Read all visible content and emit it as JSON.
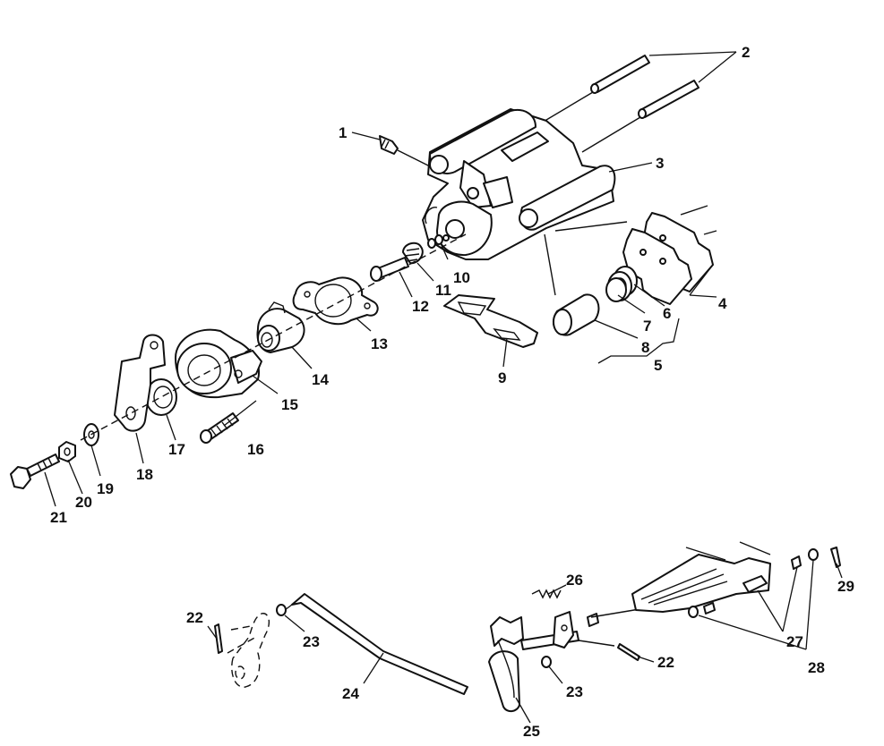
{
  "callouts": {
    "c1": "1",
    "c2": "2",
    "c3": "3",
    "c4": "4",
    "c5": "5",
    "c6": "6",
    "c7": "7",
    "c8": "8",
    "c9": "9",
    "c10": "10",
    "c11": "11",
    "c12": "12",
    "c13": "13",
    "c14": "14",
    "c15": "15",
    "c16": "16",
    "c17": "17",
    "c18": "18",
    "c19": "19",
    "c20": "20",
    "c21": "21",
    "c22a": "22",
    "c22b": "22",
    "c23a": "23",
    "c23b": "23",
    "c24": "24",
    "c25": "25",
    "c26": "26",
    "c27": "27",
    "c28": "28",
    "c29": "29"
  }
}
